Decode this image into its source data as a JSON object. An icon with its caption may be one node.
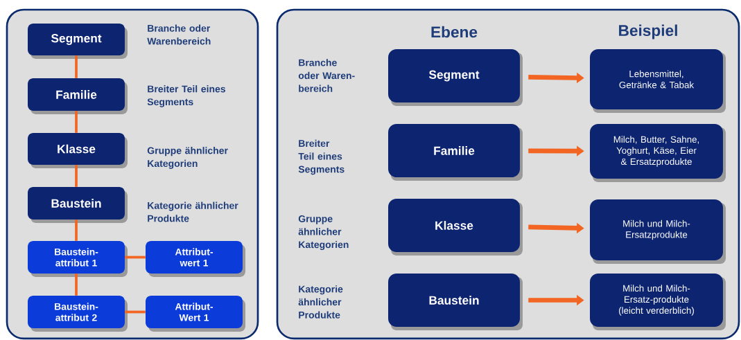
{
  "diagram": {
    "nodes": [
      {
        "text": [],
        "shape": "box"
      },
      {
        "text": [
          "Segment"
        ],
        "in": 0,
        "beside": [
          "Branche oder Warenbereich"
        ]
      },
      {
        "text": [
          "Familie"
        ],
        "in": 0,
        "beside": [
          "Breiter Teil eines Segments"
        ]
      },
      {
        "text": [
          "Klasse"
        ],
        "in": 0,
        "beside": [
          "Gruppe ähnlicher Kategorien"
        ]
      },
      {
        "text": [
          "Baustein"
        ],
        "in": 0,
        "beside": [
          "Kategorie ähnlicher Produkte"
        ]
      },
      {
        "text": [
          "Baustein- attribut 1"
        ],
        "in": 0
      },
      {
        "text": [
          "Attribut- wert 1"
        ],
        "in": 0
      },
      {
        "text": [
          "Baustein- attribut 2"
        ],
        "in": 0
      },
      {
        "text": [
          "Attribut- Wert 1"
        ],
        "in": 0
      },
      {
        "text": [],
        "shape": "box"
      },
      {
        "text": [
          "Segment"
        ],
        "in": 9
      },
      {
        "text": [
          "Lebensmittel, Getränke & Tabak"
        ],
        "in": 9
      },
      {
        "text": [
          "Familie"
        ],
        "in": 9
      },
      {
        "text": [
          "Milch, Butter, Sahne, Yoghurt, Käse, Eier & Ersatzprodukte"
        ],
        "in": 9
      },
      {
        "text": [
          "Klasse"
        ],
        "in": 9
      },
      {
        "text": [
          "Milch und Milch- Ersatzprodukte"
        ],
        "in": 9
      },
      {
        "text": [
          "Baustein"
        ],
        "in": 9
      },
      {
        "text": [
          "Milch und Milch- Ersatz-produkte (leicht verderblich)"
        ],
        "in": 9
      }
    ],
    "edges": [
      {
        "from": 1,
        "to": 2,
        "arrow": "none"
      },
      {
        "from": 2,
        "to": 3,
        "arrow": "none"
      },
      {
        "from": 3,
        "to": 4,
        "arrow": "none"
      },
      {
        "from": 4,
        "to": 5,
        "arrow": "none"
      },
      {
        "from": 5,
        "to": 7,
        "arrow": "none"
      },
      {
        "from": 5,
        "to": 6,
        "arrow": "none"
      },
      {
        "from": 7,
        "to": 8,
        "arrow": "none"
      },
      {
        "from": 10,
        "to": 11,
        "arrow": "to"
      },
      {
        "from": 12,
        "to": 13,
        "arrow": "to"
      },
      {
        "from": 14,
        "to": 15,
        "arrow": "to"
      },
      {
        "from": 16,
        "to": 17,
        "arrow": "to"
      }
    ],
    "labels": [
      "Ebene",
      "Beispiel",
      "Branche oder Waren- bereich",
      "Breiter Teil eines Segments",
      "Gruppe ähnlicher Kategorien",
      "Kategorie ähnlicher Produkte"
    ]
  }
}
